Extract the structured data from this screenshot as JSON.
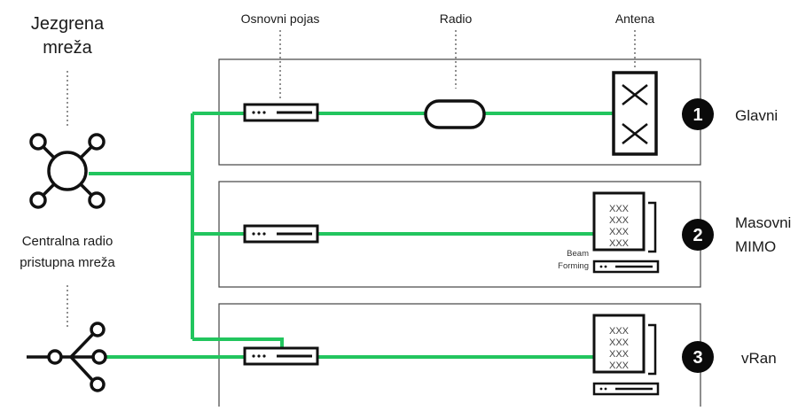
{
  "core": {
    "line1": "Jezgrena",
    "line2": "mreža"
  },
  "cran": {
    "line1": "Centralna radio",
    "line2": "pristupna mreža"
  },
  "columns": {
    "baseband": "Osnovni pojas",
    "radio": "Radio",
    "antenna": "Antena"
  },
  "rows": [
    {
      "number": "1",
      "label_line1": "Glavni",
      "label_line2": ""
    },
    {
      "number": "2",
      "label_line1": "Masovni",
      "label_line2": "MIMO"
    },
    {
      "number": "3",
      "label_line1": "vRan",
      "label_line2": ""
    }
  ],
  "beamforming": {
    "line1": "Beam",
    "line2": "Forming"
  },
  "colors": {
    "link": "#22c55e",
    "stroke": "#111111",
    "panel": "#444444"
  },
  "icons": [
    "hub-icon",
    "tree-icon",
    "baseband-unit-icon",
    "radio-unit-icon",
    "antenna-icon",
    "massive-mimo-array-icon"
  ]
}
